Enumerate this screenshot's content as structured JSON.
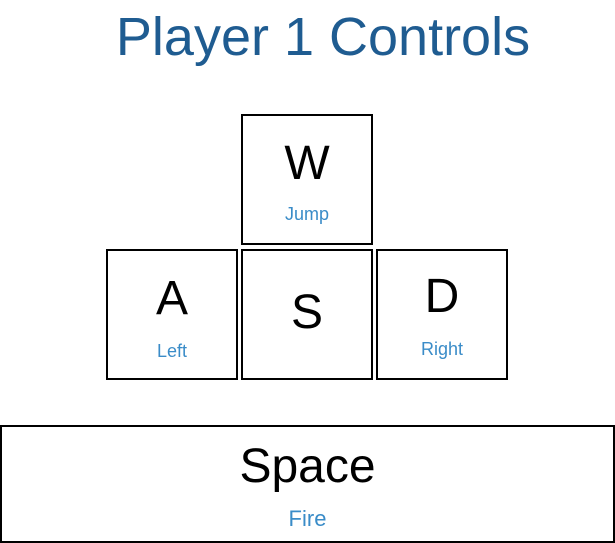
{
  "title": "Player 1 Controls",
  "colors": {
    "title": "#1f5c91",
    "action_label": "#3a8cc8",
    "key_border": "#000000"
  },
  "keys": {
    "w": {
      "letter": "W",
      "action": "Jump"
    },
    "a": {
      "letter": "A",
      "action": "Left"
    },
    "s": {
      "letter": "S",
      "action": ""
    },
    "d": {
      "letter": "D",
      "action": "Right"
    },
    "space": {
      "letter": "Space",
      "action": "Fire"
    }
  }
}
